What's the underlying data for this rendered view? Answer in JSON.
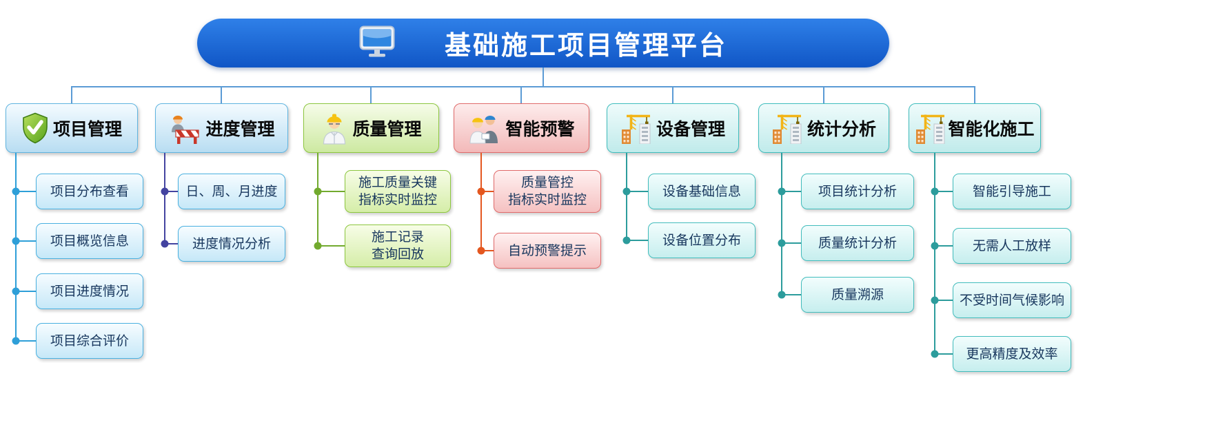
{
  "banner": {
    "title": "基础施工项目管理平台",
    "icon": "monitor-icon"
  },
  "columns": [
    {
      "title": "项目管理",
      "icon": "shield-check-icon",
      "accent": "#2e9fd8",
      "items": [
        "项目分布查看",
        "项目概览信息",
        "项目进度情况",
        "项目综合评价"
      ]
    },
    {
      "title": "进度管理",
      "icon": "worker-barrier-icon",
      "accent": "#4343a0",
      "items": [
        "日、周、月进度",
        "进度情况分析"
      ]
    },
    {
      "title": "质量管理",
      "icon": "engineer-icon",
      "accent": "#72aa2e",
      "items": [
        "施工质量关键\n指标实时监控",
        "施工记录\n查询回放"
      ]
    },
    {
      "title": "智能预警",
      "icon": "workers-icon",
      "accent": "#e4571f",
      "items": [
        "质量管控\n指标实时监控",
        "自动预警提示"
      ]
    },
    {
      "title": "设备管理",
      "icon": "crane-icon",
      "accent": "#2c9c9c",
      "items": [
        "设备基础信息",
        "设备位置分布"
      ]
    },
    {
      "title": "统计分析",
      "icon": "crane-icon",
      "accent": "#2c9c9c",
      "items": [
        "项目统计分析",
        "质量统计分析",
        "质量溯源"
      ]
    },
    {
      "title": "智能化施工",
      "icon": "crane-icon",
      "accent": "#2c9c9c",
      "items": [
        "智能引导施工",
        "无需人工放样",
        "不受时间气候影响",
        "更高精度及效率"
      ]
    }
  ],
  "colors": {
    "banner_blue": "#1b66d8",
    "top_connector": "#5b9bd5",
    "col1_accent": "#2e9fd8",
    "col2_accent": "#4343a0",
    "col3_accent": "#72aa2e",
    "col4_accent": "#e4571f",
    "teal_accent": "#2c9c9c"
  }
}
